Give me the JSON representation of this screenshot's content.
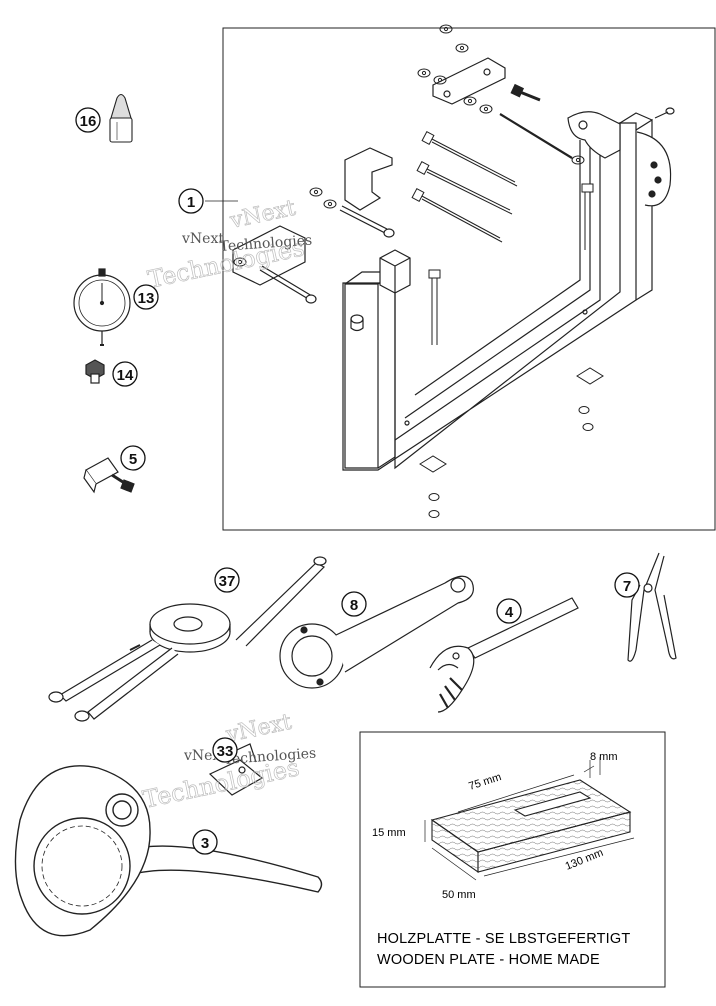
{
  "parts": [
    {
      "id": "p1",
      "number": "1",
      "name": "engine-stand-kit"
    },
    {
      "id": "p16",
      "number": "16",
      "name": "thread-locker-bottle"
    },
    {
      "id": "p13",
      "number": "13",
      "name": "dial-gauge"
    },
    {
      "id": "p14",
      "number": "14",
      "name": "dial-gauge-adapter"
    },
    {
      "id": "p5",
      "number": "5",
      "name": "crankshaft-puller"
    },
    {
      "id": "p37",
      "number": "37",
      "name": "flywheel-puller"
    },
    {
      "id": "p8",
      "number": "8",
      "name": "holding-wrench"
    },
    {
      "id": "p4",
      "number": "4",
      "name": "pin-spanner"
    },
    {
      "id": "p7",
      "number": "7",
      "name": "circlip-pliers"
    },
    {
      "id": "p33",
      "number": "33",
      "name": "clutch-holder"
    },
    {
      "id": "p3",
      "number": "3",
      "name": "clutch-basket-holder"
    }
  ],
  "wooden_plate": {
    "dim_width": "75 mm",
    "dim_groove": "8 mm",
    "dim_height": "15 mm",
    "dim_length": "130 mm",
    "dim_depth": "50 mm",
    "caption_de": "HOLZPLATTE - SE LBSTGEFERTIGT",
    "caption_en": "WOODEN PLATE - HOME MADE"
  },
  "watermark": {
    "line1": "vNext",
    "line2": "Technologies"
  }
}
